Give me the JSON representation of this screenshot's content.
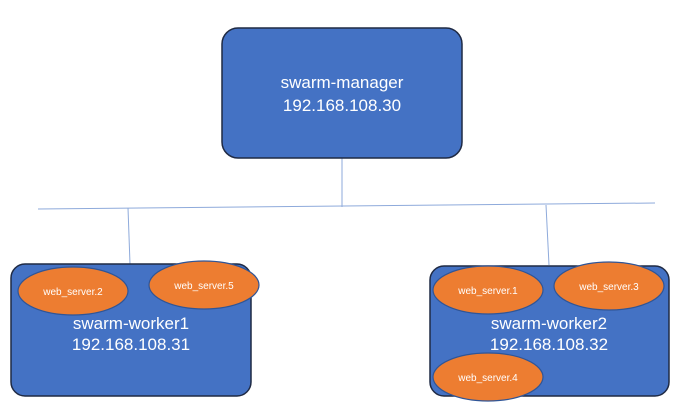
{
  "colors": {
    "node_fill": "#4472c4",
    "node_stroke": "#1f2a44",
    "service_fill": "#ed7d31",
    "service_stroke": "#2f5597",
    "line": "#8eaadb",
    "text": "#ffffff"
  },
  "manager": {
    "name": "swarm-manager",
    "ip": "192.168.108.30"
  },
  "workers": [
    {
      "name": "swarm-worker1",
      "ip": "192.168.108.31",
      "services": [
        "web_server.2",
        "web_server.5"
      ]
    },
    {
      "name": "swarm-worker2",
      "ip": "192.168.108.32",
      "services": [
        "web_server.1",
        "web_server.3",
        "web_server.4"
      ]
    }
  ]
}
